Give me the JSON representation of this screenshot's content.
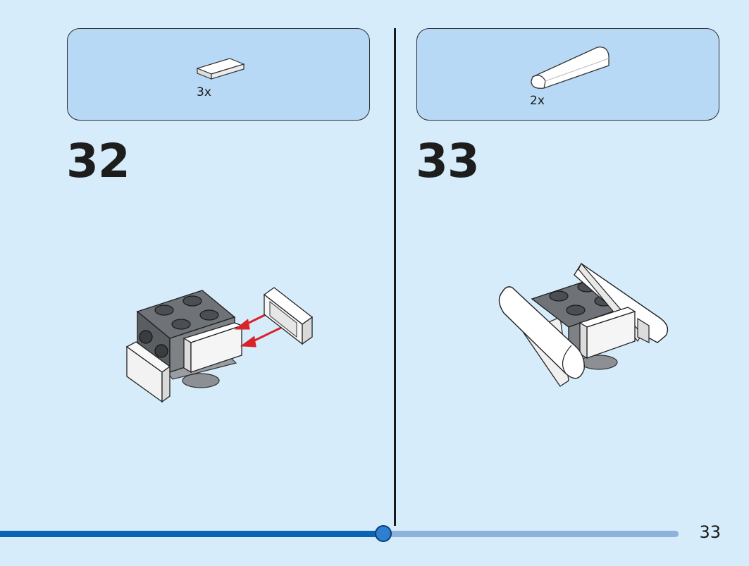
{
  "steps": [
    {
      "number": "32",
      "part_quantity": "3x"
    },
    {
      "number": "33",
      "part_quantity": "2x"
    }
  ],
  "page": {
    "number": "33"
  },
  "progress": {
    "fraction": 0.5
  },
  "colors": {
    "background": "#d6ecfb",
    "parts_box": "#b7d9f5",
    "progress_fill": "#0b63b5",
    "progress_track": "#8fb2dc",
    "arrow": "#d8232a",
    "brick_gray": "#6f7378",
    "brick_white": "#f5f5f5"
  }
}
